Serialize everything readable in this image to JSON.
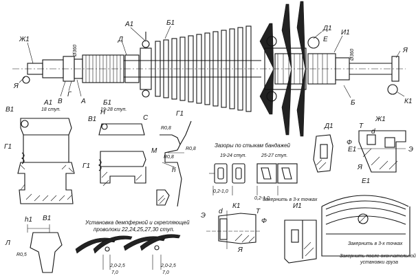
{
  "rotor_labels": {
    "zh1_top": "Ж1",
    "ya_left": "Я",
    "v": "В",
    "g": "Г",
    "a": "А",
    "a1_under": "А1",
    "stage18": "18 ступ.",
    "b1_under": "Б1",
    "stage19_28": "19-28 ступ.",
    "d_left": "Д",
    "a1_top": "А1",
    "b1_top": "Б1",
    "d1_top": "Д1",
    "e_top": "Е",
    "i1_top": "И1",
    "ya_right": "Я",
    "k1_right": "К1",
    "b_right": "Б",
    "dia360_left": "Ø360",
    "dia360_right": "Ø360"
  },
  "bandage": {
    "v1_top": "В1",
    "g1": "Г1",
    "v1_bottom": "В1"
  },
  "seal": {
    "v1": "В1",
    "n": "Н",
    "c": "С",
    "g1": "Г1"
  },
  "profile": {
    "g1": "Г1",
    "r08_top": "R0,8",
    "r08_mid": "R0,8",
    "r08_m": "R0,8",
    "m": "М",
    "h": "h"
  },
  "gaps": {
    "title": "Зазоры по стыкам бандажей",
    "stage19_24": "19-24 ступ.",
    "stage25_27": "25-27 ступ.",
    "range_left": "0,2-1,0",
    "range_right": "0,2-1,0"
  },
  "detail_d1": {
    "d1": "Д1",
    "t": "Т",
    "zh1": "Ж1",
    "d": "d",
    "f": "Ф",
    "e1": "Е1",
    "ye": "Э",
    "ya": "Я"
  },
  "detail_k1": {
    "k1": "К1",
    "d": "d",
    "t": "Т",
    "ye": "Э",
    "f": "Ф",
    "ya": "Я",
    "stake_note": "Закернить в 3-х точках"
  },
  "detail_i1": {
    "i1": "И1"
  },
  "detail_e1": {
    "e1": "Е1",
    "stake_note": "Закернить в 3-х точках",
    "stake_after": "Закернить после окончательной",
    "stake_after2": "установки груза"
  },
  "detail_l": {
    "h1": "h1",
    "l": "Л",
    "r05": "R0,5"
  },
  "wire": {
    "caption1": "Установка демпферной и скрепляющей",
    "caption2": "проволоки 22,24,25,27,30 ступ.",
    "dim1": "2,0-2,5",
    "dim1b": "7,0",
    "dim2": "2,0-2,5",
    "dim2b": "7,0"
  }
}
